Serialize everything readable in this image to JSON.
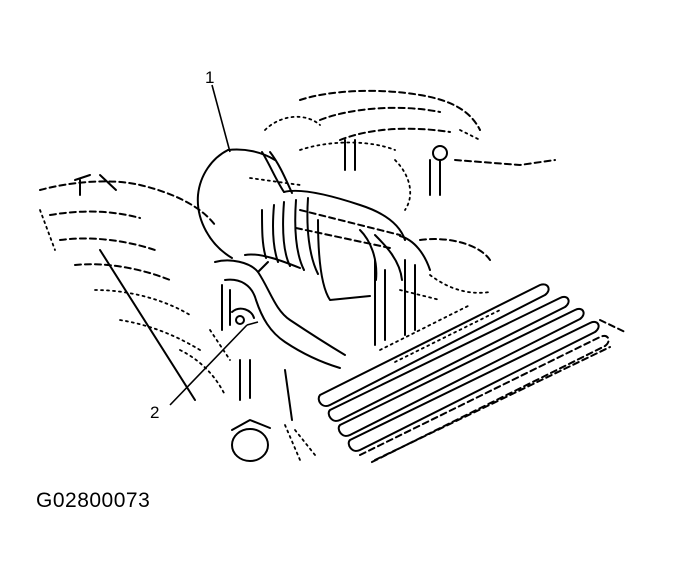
{
  "figure": {
    "code": "G02800073",
    "callouts": [
      {
        "label": "1"
      },
      {
        "label": "2"
      }
    ]
  }
}
